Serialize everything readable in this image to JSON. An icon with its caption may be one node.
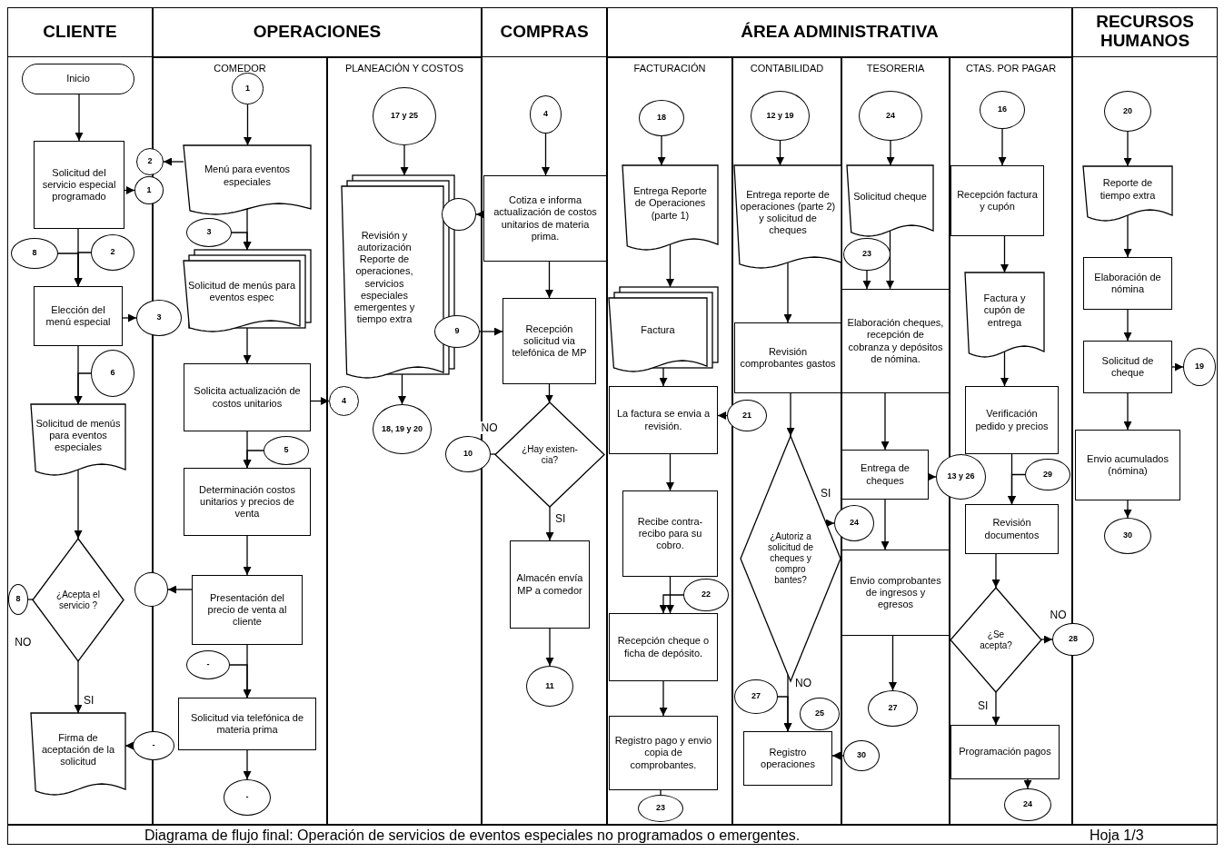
{
  "diagram": {
    "caption": "Diagrama de flujo final: Operación de servicios de eventos especiales  no programados o emergentes.",
    "nodes": [
      {
        "text": [
          "CLIENTE"
        ]
      },
      {
        "text": [
          "OPERACIONES"
        ]
      },
      {
        "text": [
          "COMEDOR"
        ],
        "in": 1
      },
      {
        "text": [
          "PLANEACIÓN Y COSTOS"
        ],
        "in": 1
      },
      {
        "text": [
          "COMPRAS"
        ]
      },
      {
        "text": [
          "ÁREA ADMINISTRATIVA"
        ]
      },
      {
        "text": [
          "FACTURACIÓN"
        ],
        "in": 5
      },
      {
        "text": [
          "CONTABILIDAD"
        ],
        "in": 5
      },
      {
        "text": [
          "TESORERIA"
        ],
        "in": 5
      },
      {
        "text": [
          "CTAS. POR PAGAR"
        ],
        "in": 5
      },
      {
        "text": [
          "RECURSOS HUMANOS"
        ]
      },
      {
        "text": [
          "Inicio"
        ],
        "in": 0
      },
      {
        "text": [
          "Solicitud del servicio especial programado"
        ],
        "in": 0
      },
      {
        "text": [
          "2"
        ]
      },
      {
        "text": [
          "1"
        ]
      },
      {
        "text": [
          "2"
        ],
        "in": 0
      },
      {
        "text": [
          "8"
        ],
        "in": 0
      },
      {
        "text": [
          "Elección del menú especial"
        ],
        "in": 0
      },
      {
        "text": [
          "3"
        ]
      },
      {
        "text": [
          "6"
        ],
        "in": 0
      },
      {
        "text": [
          "Solicitud de menús para eventos especiales"
        ],
        "in": 0
      },
      {
        "text": [
          "¿Acepta el servicio ?"
        ],
        "in": 0
      },
      {
        "text": [
          "8"
        ],
        "in": 0
      },
      {
        "text": [],
        "shape": "circle"
      },
      {
        "text": [
          "Firma de aceptación de la solicitud"
        ],
        "in": 0
      },
      {
        "text": [
          "-"
        ]
      },
      {
        "text": [
          "1"
        ],
        "in": 2
      },
      {
        "text": [
          "Menú para eventos especiales"
        ],
        "in": 2
      },
      {
        "text": [
          "3"
        ],
        "in": 2
      },
      {
        "text": [
          "Solicitud de menús para eventos espec"
        ],
        "in": 2
      },
      {
        "text": [
          "Solicita actualización de costos unitarios"
        ],
        "in": 2
      },
      {
        "text": [
          "4"
        ],
        "in": 3
      },
      {
        "text": [
          "5"
        ],
        "in": 2
      },
      {
        "text": [
          "Determinación costos unitarios y precios de venta"
        ],
        "in": 2
      },
      {
        "text": [
          "Presentación del precio de venta al cliente"
        ],
        "in": 2
      },
      {
        "text": [
          "-"
        ],
        "in": 2
      },
      {
        "text": [
          "Solicitud via telefónica de materia prima"
        ],
        "in": 2
      },
      {
        "text": [
          "-"
        ],
        "in": 2
      },
      {
        "text": [
          "17 y 25"
        ],
        "in": 3
      },
      {
        "text": [
          "Revisión y autorización Reporte de operaciones, servicios especiales emergentes y tiempo extra"
        ],
        "in": 3
      },
      {
        "text": [],
        "shape": "circle",
        "in": 3
      },
      {
        "text": [
          "9"
        ],
        "in": 3
      },
      {
        "text": [
          "18, 19 y 20"
        ],
        "in": 3
      },
      {
        "text": [
          "4"
        ],
        "in": 4
      },
      {
        "text": [
          "Cotiza e informa actualización de costos unitarios de materia prima."
        ],
        "in": 4
      },
      {
        "text": [
          "Recepción solicitud via telefónica de MP"
        ],
        "in": 4
      },
      {
        "text": [
          "¿Hay existen- cia?"
        ],
        "in": 4
      },
      {
        "text": [
          "10"
        ]
      },
      {
        "text": [
          "Almacén envía MP a comedor"
        ],
        "in": 4
      },
      {
        "text": [
          "11"
        ],
        "in": 4
      },
      {
        "text": [
          "18"
        ],
        "in": 6
      },
      {
        "text": [
          "Entrega Reporte de Operaciones (parte 1)"
        ],
        "in": 6
      },
      {
        "text": [
          "Factura"
        ],
        "in": 6
      },
      {
        "text": [
          "La factura se envia a revisión."
        ],
        "in": 6
      },
      {
        "text": [
          "21"
        ],
        "in": 5
      },
      {
        "text": [
          "Recibe contra- recibo para su cobro."
        ],
        "in": 6
      },
      {
        "text": [
          "22"
        ],
        "in": 6
      },
      {
        "text": [
          "Recepción cheque o ficha de depósito."
        ],
        "in": 6
      },
      {
        "text": [
          "Registro pago y envio copia de comprobantes."
        ],
        "in": 6
      },
      {
        "text": [
          "23"
        ],
        "in": 6
      },
      {
        "text": [
          "12 y 19"
        ],
        "in": 7
      },
      {
        "text": [
          "Entrega reporte de operaciones (parte 2) y solicitud de cheques"
        ],
        "in": 7
      },
      {
        "text": [
          "23"
        ],
        "in": 8
      },
      {
        "text": [
          "Revisión comprobantes gastos"
        ],
        "in": 7
      },
      {
        "text": [
          "¿Autoriz a solicitud de cheques y compro bantes?"
        ],
        "in": 7
      },
      {
        "text": [
          "24"
        ],
        "in": 5
      },
      {
        "text": [
          "27"
        ],
        "in": 7
      },
      {
        "text": [
          "25"
        ],
        "in": 7
      },
      {
        "text": [
          "Registro operaciones"
        ],
        "in": 7
      },
      {
        "text": [
          "30"
        ],
        "in": 8
      },
      {
        "text": [
          "24"
        ],
        "in": 8
      },
      {
        "text": [
          "Solicitud cheque"
        ],
        "in": 8
      },
      {
        "text": [
          "Elaboración cheques, recepción de cobranza y depósitos de nómina."
        ],
        "in": 8
      },
      {
        "text": [
          "Entrega de cheques"
        ],
        "in": 8
      },
      {
        "text": [
          "13 y 26"
        ],
        "in": 5
      },
      {
        "text": [
          "Envio comprobantes de ingresos y egresos"
        ],
        "in": 8
      },
      {
        "text": [
          "27"
        ],
        "in": 8
      },
      {
        "text": [
          "16"
        ],
        "in": 9
      },
      {
        "text": [
          "Recepción factura y cupón"
        ],
        "in": 9
      },
      {
        "text": [
          "Factura y cupón de entrega"
        ],
        "in": 9
      },
      {
        "text": [
          "Verificación pedido y precios"
        ],
        "in": 9
      },
      {
        "text": [
          "29"
        ],
        "in": 9
      },
      {
        "text": [
          "Revisión documentos"
        ],
        "in": 9
      },
      {
        "text": [
          "¿Se acepta?"
        ],
        "in": 9
      },
      {
        "text": [
          "28"
        ]
      },
      {
        "text": [
          "Programación pagos"
        ],
        "in": 9
      },
      {
        "text": [
          "24"
        ],
        "in": 9
      },
      {
        "text": [
          "20"
        ],
        "in": 10
      },
      {
        "text": [
          "Reporte de tiempo extra"
        ],
        "in": 10
      },
      {
        "text": [
          "Elaboración de nómina"
        ],
        "in": 10
      },
      {
        "text": [
          "Solicitud de cheque"
        ],
        "in": 10
      },
      {
        "text": [
          "19"
        ],
        "in": 10
      },
      {
        "text": [
          "Envio acumulados (nómina)"
        ],
        "in": 10
      },
      {
        "text": [
          "30"
        ],
        "in": 10
      }
    ],
    "edges": [
      {
        "from": 11,
        "to": 12,
        "arrow": "to"
      },
      {
        "from": 12,
        "to": 14,
        "arrow": "to"
      },
      {
        "from": 27,
        "to": 13,
        "arrow": "to"
      },
      {
        "from": 15,
        "to": 17,
        "arrow": "to"
      },
      {
        "from": 16,
        "to": 17,
        "arrow": "to"
      },
      {
        "from": 12,
        "to": 17,
        "arrow": "to"
      },
      {
        "from": 17,
        "to": 18,
        "arrow": "to"
      },
      {
        "from": 19,
        "to": 20,
        "arrow": "to"
      },
      {
        "from": 17,
        "to": 20,
        "arrow": "to"
      },
      {
        "from": 20,
        "to": 21,
        "arrow": "to"
      },
      {
        "from": 21,
        "to": 22,
        "arrow": "none",
        "label": "NO"
      },
      {
        "from": 21,
        "to": 24,
        "arrow": "to",
        "label": "SI"
      },
      {
        "from": 34,
        "to": 23,
        "arrow": "to"
      },
      {
        "from": 25,
        "to": 24,
        "arrow": "to"
      },
      {
        "from": 26,
        "to": 27,
        "arrow": "to"
      },
      {
        "from": 27,
        "to": 29,
        "arrow": "to"
      },
      {
        "from": 28,
        "to": 29,
        "arrow": "to"
      },
      {
        "from": 29,
        "to": 30,
        "arrow": "to"
      },
      {
        "from": 30,
        "to": 31,
        "arrow": "to"
      },
      {
        "from": 30,
        "to": 33,
        "arrow": "to"
      },
      {
        "from": 32,
        "to": 33,
        "arrow": "to"
      },
      {
        "from": 33,
        "to": 34,
        "arrow": "to"
      },
      {
        "from": 34,
        "to": 36,
        "arrow": "to"
      },
      {
        "from": 35,
        "to": 36,
        "arrow": "to"
      },
      {
        "from": 36,
        "to": 37,
        "arrow": "to"
      },
      {
        "from": 38,
        "to": 39,
        "arrow": "to"
      },
      {
        "from": 39,
        "to": 42,
        "arrow": "to"
      },
      {
        "from": 44,
        "to": 40,
        "arrow": "to"
      },
      {
        "from": 41,
        "to": 45,
        "arrow": "to"
      },
      {
        "from": 43,
        "to": 44,
        "arrow": "to"
      },
      {
        "from": 44,
        "to": 45,
        "arrow": "to"
      },
      {
        "from": 45,
        "to": 46,
        "arrow": "to"
      },
      {
        "from": 46,
        "to": 47,
        "arrow": "none",
        "label": "NO"
      },
      {
        "from": 46,
        "to": 48,
        "arrow": "to",
        "label": "SI"
      },
      {
        "from": 48,
        "to": 49,
        "arrow": "to"
      },
      {
        "from": 50,
        "to": 51,
        "arrow": "to"
      },
      {
        "from": 51,
        "to": 52,
        "arrow": "to"
      },
      {
        "from": 52,
        "to": 53,
        "arrow": "to"
      },
      {
        "from": 54,
        "to": 53,
        "arrow": "to"
      },
      {
        "from": 53,
        "to": 55,
        "arrow": "to"
      },
      {
        "from": 55,
        "to": 57,
        "arrow": "to"
      },
      {
        "from": 56,
        "to": 57,
        "arrow": "to"
      },
      {
        "from": 57,
        "to": 58,
        "arrow": "to"
      },
      {
        "from": 58,
        "to": 59,
        "arrow": "none"
      },
      {
        "from": 60,
        "to": 61,
        "arrow": "to"
      },
      {
        "from": 61,
        "to": 63,
        "arrow": "to"
      },
      {
        "from": 63,
        "to": 64,
        "arrow": "to"
      },
      {
        "from": 64,
        "to": 65,
        "arrow": "to",
        "label": "SI"
      },
      {
        "from": 64,
        "to": 68,
        "arrow": "to",
        "label": "NO"
      },
      {
        "from": 66,
        "to": 68,
        "arrow": "to"
      },
      {
        "from": 69,
        "to": 68,
        "arrow": "to"
      },
      {
        "from": 70,
        "to": 71,
        "arrow": "to"
      },
      {
        "from": 71,
        "to": 72,
        "arrow": "to"
      },
      {
        "from": 62,
        "to": 72,
        "arrow": "to"
      },
      {
        "from": 72,
        "to": 73,
        "arrow": "to"
      },
      {
        "from": 73,
        "to": 74,
        "arrow": "to"
      },
      {
        "from": 73,
        "to": 75,
        "arrow": "to"
      },
      {
        "from": 75,
        "to": 76,
        "arrow": "to"
      },
      {
        "from": 77,
        "to": 78,
        "arrow": "to"
      },
      {
        "from": 78,
        "to": 79,
        "arrow": "to"
      },
      {
        "from": 79,
        "to": 80,
        "arrow": "to"
      },
      {
        "from": 80,
        "to": 82,
        "arrow": "to"
      },
      {
        "from": 81,
        "to": 82,
        "arrow": "to"
      },
      {
        "from": 82,
        "to": 83,
        "arrow": "to"
      },
      {
        "from": 83,
        "to": 84,
        "arrow": "to",
        "label": "NO"
      },
      {
        "from": 83,
        "to": 85,
        "arrow": "to",
        "label": "SI"
      },
      {
        "from": 85,
        "to": 86,
        "arrow": "to"
      },
      {
        "from": 87,
        "to": 88,
        "arrow": "to"
      },
      {
        "from": 88,
        "to": 89,
        "arrow": "to"
      },
      {
        "from": 89,
        "to": 90,
        "arrow": "to"
      },
      {
        "from": 90,
        "to": 91,
        "arrow": "to"
      },
      {
        "from": 90,
        "to": 92,
        "arrow": "to"
      },
      {
        "from": 92,
        "to": 93,
        "arrow": "to"
      }
    ],
    "labels": [
      "Hoja 1/3"
    ]
  }
}
